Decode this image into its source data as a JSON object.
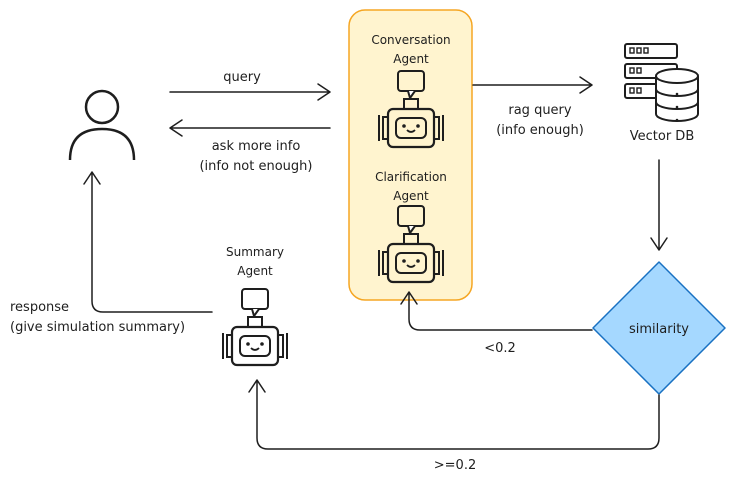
{
  "nodes": {
    "conversation_agent": {
      "line1": "Conversation",
      "line2": "Agent"
    },
    "clarification_agent": {
      "line1": "Clarification",
      "line2": "Agent"
    },
    "summary_agent": {
      "line1": "Summary",
      "line2": "Agent"
    },
    "vector_db": {
      "label": "Vector DB"
    },
    "similarity": {
      "label": "similarity"
    }
  },
  "edges": {
    "query": {
      "label": "query"
    },
    "ask_more": {
      "line1": "ask more info",
      "line2": "(info not enough)"
    },
    "rag_query": {
      "line1": "rag query",
      "line2": "(info enough)"
    },
    "response": {
      "line1": "response",
      "line2": "(give simulation summary)"
    },
    "low_similarity": {
      "label": "<0.2"
    },
    "high_similarity": {
      "label": ">=0.2"
    }
  },
  "colors": {
    "agent_group_fill": "#fff4cf",
    "agent_group_stroke": "#f5a623",
    "decision_fill": "#a5d8ff",
    "decision_stroke": "#1971c2",
    "stroke": "#1e1e1e"
  },
  "icons": [
    "user-icon",
    "robot-icon",
    "speech-bubble-icon",
    "server-rack-icon",
    "database-icon"
  ]
}
